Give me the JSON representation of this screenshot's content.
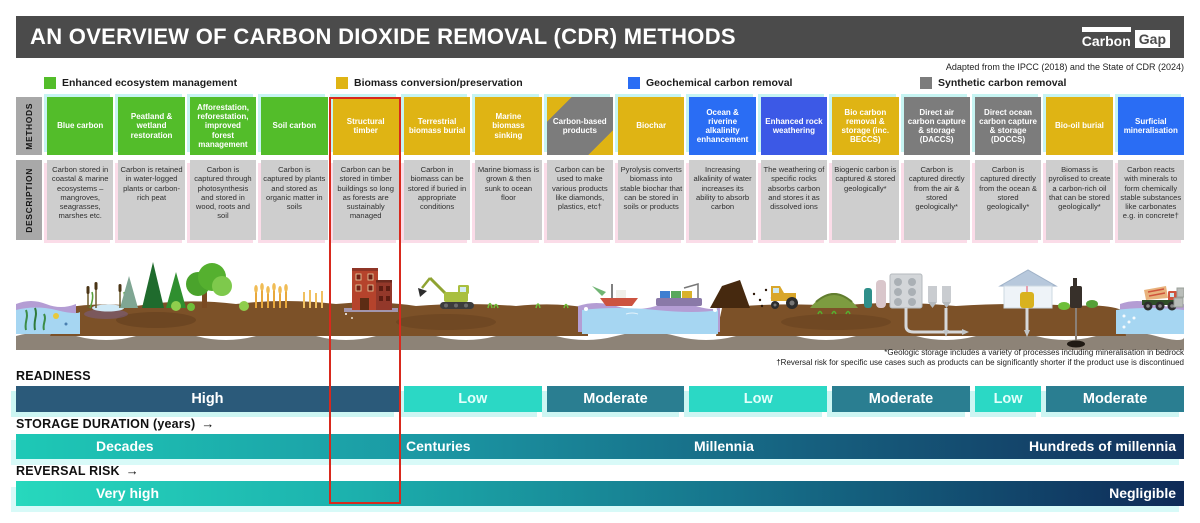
{
  "header": {
    "title": "AN OVERVIEW OF CARBON DIOXIDE REMOVAL (CDR) METHODS",
    "logo": {
      "carbon": "Carbon",
      "gap": "Gap"
    },
    "attribution": "Adapted from the IPCC (2018) and the State of CDR (2024)"
  },
  "legend": {
    "items": [
      {
        "label": "Enhanced ecosystem management",
        "color": "#53bd2a"
      },
      {
        "label": "Biomass conversion/preservation",
        "color": "#dfb414"
      },
      {
        "label": "Geochemical carbon removal",
        "color": "#2a6df4"
      },
      {
        "label": "Synthetic carbon removal",
        "color": "#7c7c7c"
      }
    ]
  },
  "row_labels": {
    "methods": "METHODS",
    "description": "DESCRIPTION"
  },
  "categories": {
    "enhanced_ecosystem": "#53bd2a",
    "biomass": "#dfb414",
    "geochemical": "#2a6df4",
    "synthetic": "#7c7c7c"
  },
  "methods": [
    {
      "name": "Blue carbon",
      "category": "enhanced_ecosystem",
      "description": "Carbon stored in coastal & marine ecosystems – mangroves, seagrasses, marshes etc."
    },
    {
      "name": "Peatland & wetland restoration",
      "category": "enhanced_ecosystem",
      "description": "Carbon is retained in water-logged plants or carbon-rich peat"
    },
    {
      "name": "Afforestation, reforestation, improved forest management",
      "category": "enhanced_ecosystem",
      "description": "Carbon is captured through photosynthesis and stored in wood, roots and soil"
    },
    {
      "name": "Soil carbon",
      "category": "enhanced_ecosystem",
      "description": "Carbon is captured by plants and stored as organic matter in soils"
    },
    {
      "name": "Structural timber",
      "category": "biomass",
      "highlighted": true,
      "description": "Carbon can be stored in timber buildings so long as forests are sustainably managed"
    },
    {
      "name": "Terrestrial biomass burial",
      "category": "biomass",
      "description": "Carbon in biomass can be stored if buried in appropriate conditions"
    },
    {
      "name": "Marine biomass sinking",
      "category": "biomass",
      "description": "Marine biomass is grown & then sunk to ocean floor"
    },
    {
      "name": "Carbon-based products",
      "category": "biomass_synthetic",
      "description": "Carbon can be used to make various products like diamonds, plastics, etc†"
    },
    {
      "name": "Biochar",
      "category": "biomass",
      "description": "Pyrolysis converts biomass into stable biochar that can be stored in soils or products"
    },
    {
      "name": "Ocean & riverine alkalinity enhancement",
      "category": "geochemical",
      "description": "Increasing alkalinity of water increases its ability to absorb carbon"
    },
    {
      "name": "Enhanced rock weathering",
      "category": "geochemical",
      "color": "#3c59e6",
      "description": "The weathering of specific rocks absorbs carbon and stores it as dissolved ions"
    },
    {
      "name": "Bio carbon removal & storage (inc. BECCS)",
      "category": "biomass",
      "description": "Biogenic carbon is captured & stored geologically*"
    },
    {
      "name": "Direct air carbon capture & storage (DACCS)",
      "category": "synthetic",
      "description": "Carbon is captured directly from the air & stored geologically*"
    },
    {
      "name": "Direct ocean carbon capture & storage (DOCCS)",
      "category": "synthetic",
      "description": "Carbon is captured directly from the ocean & stored geologically*"
    },
    {
      "name": "Bio-oil burial",
      "category": "biomass",
      "description": "Biomass is pyrolised to create a carbon-rich oil that can be stored geologically*"
    },
    {
      "name": "Surficial mineralisation",
      "category": "geochemical",
      "description": "Carbon reacts with minerals to form chemically stable substances like carbonates e.g. in concrete†"
    }
  ],
  "highlight": {
    "method": "Structural timber",
    "outline_color": "#d8291d"
  },
  "readiness": {
    "label": "READINESS",
    "colors": {
      "high": "#2b5a7a",
      "moderate": "#2a7e91",
      "low": "#2bd8c5"
    },
    "segments": [
      {
        "label": "High",
        "level": "high",
        "grid_start": 1,
        "grid_span": 6
      },
      {
        "label": "Low",
        "level": "low",
        "grid_start": 7,
        "grid_span": 2
      },
      {
        "label": "Moderate",
        "level": "moderate",
        "grid_start": 9,
        "grid_span": 2
      },
      {
        "label": "Low",
        "level": "low",
        "grid_start": 11,
        "grid_span": 2
      },
      {
        "label": "Moderate",
        "level": "moderate",
        "grid_start": 13,
        "grid_span": 2
      },
      {
        "label": "Low",
        "level": "low",
        "grid_start": 15,
        "grid_span": 1
      },
      {
        "label": "Moderate",
        "level": "moderate",
        "grid_start": 16,
        "grid_span": 2
      }
    ]
  },
  "storage_duration": {
    "label": "STORAGE DURATION (years)",
    "arrow": "→",
    "ticks": [
      "Decades",
      "Centuries",
      "Millennia",
      "Hundreds of millennia"
    ]
  },
  "reversal_risk": {
    "label": "REVERSAL RISK",
    "arrow": "→",
    "left_label": "Very high",
    "right_label": "Negligible"
  },
  "footnotes": [
    "*Geologic storage includes a variety of processes including mineralisation in bedrock",
    "†Reversal risk for specific use cases such as products can be significantly shorter if the product use is discontinued"
  ]
}
